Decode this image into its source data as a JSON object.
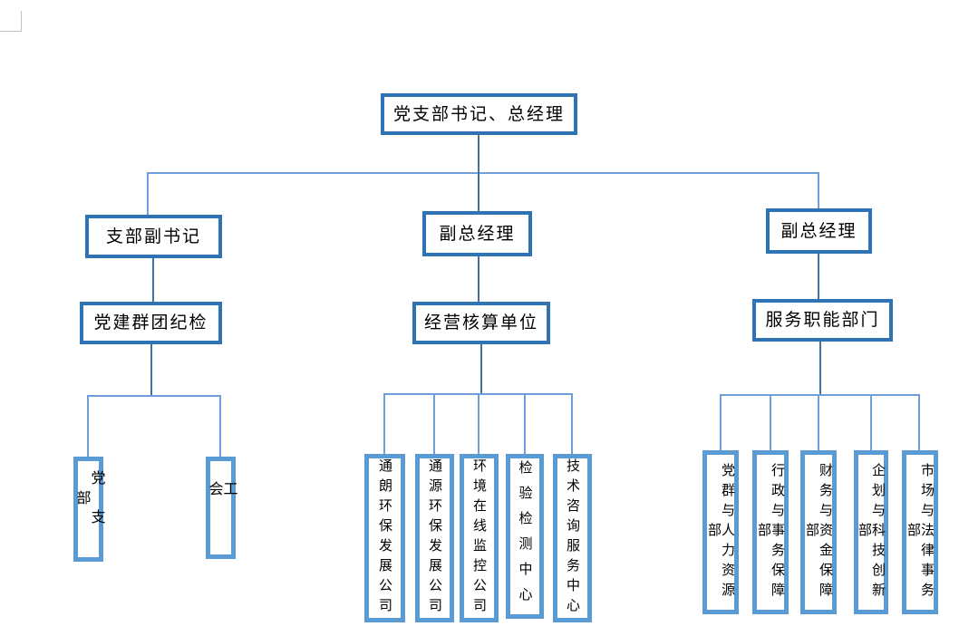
{
  "org_chart": {
    "root": {
      "label": "党支部书记、总经理"
    },
    "branches": [
      {
        "head": {
          "label": "支部副书记"
        },
        "sub": {
          "label": "党建群团纪检"
        },
        "leaves": [
          {
            "label": "党支部"
          },
          {
            "label": "工会"
          }
        ]
      },
      {
        "head": {
          "label": "副总经理"
        },
        "sub": {
          "label": "经营核算单位"
        },
        "leaves": [
          {
            "label": "通朗环保发展公司"
          },
          {
            "label": "通源环保发展公司"
          },
          {
            "label": "环境在线监控公司"
          },
          {
            "label": "检验检测中心"
          },
          {
            "label": "技术咨询服务中心"
          }
        ]
      },
      {
        "head": {
          "label": "副总经理"
        },
        "sub": {
          "label": "服务职能部门"
        },
        "leaves": [
          {
            "label": "党群与人力资源部"
          },
          {
            "label": "行政与事务保障部"
          },
          {
            "label": "财务与资金保障部"
          },
          {
            "label": "企划与科技创新部"
          },
          {
            "label": "市场与法律事务部"
          }
        ]
      }
    ],
    "colors": {
      "border_dark": "#2e74b5",
      "border_light": "#5b9bd5",
      "connector": "#6f9fd8",
      "connector_dark": "#41719c",
      "text": "#000000",
      "page_mark": "#c3c3c3"
    }
  }
}
